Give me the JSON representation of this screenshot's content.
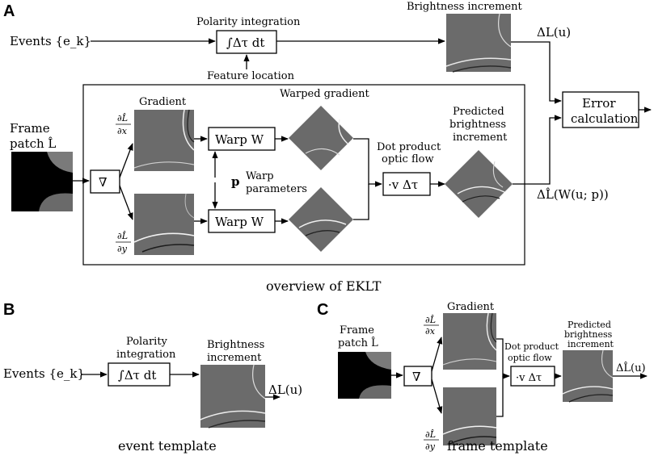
{
  "panels": {
    "a": {
      "letter": "A",
      "events_label": "Events {e_k}",
      "polarity_integration_label": "Polarity integration",
      "integral_label": "∫Δτ dt",
      "feature_location_label": "Feature location",
      "brightness_increment_label": "Brightness increment",
      "delta_L_label": "ΔL(u)",
      "frame_patch_label_line1": "Frame",
      "frame_patch_label_line2": "patch L̂",
      "nabla_label": "∇",
      "gradient_label": "Gradient",
      "dLdx_num": "∂L̂",
      "dLdx_den": "∂x",
      "dLdy_num": "∂L̂",
      "dLdy_den": "∂y",
      "warp_top_label": "Warp W",
      "warp_bottom_label": "Warp W",
      "warp_params_p": "p",
      "warp_params_line1": "Warp",
      "warp_params_line2": "parameters",
      "warped_gradient_label": "Warped gradient",
      "dot_product_line1": "Dot product",
      "dot_product_line2": "optic flow",
      "v_dtau_label": "·v Δτ",
      "predicted_line1": "Predicted",
      "predicted_line2": "brightness",
      "predicted_line3": "increment",
      "error_line1": "Error",
      "error_line2": "calculation",
      "delta_L_hat_label": "ΔL̂(W(u; p))",
      "caption": "overview of EKLT"
    },
    "b": {
      "letter": "B",
      "events_label": "Events {e_k}",
      "polarity_line1": "Polarity",
      "polarity_line2": "integration",
      "integral_label": "∫Δτ dt",
      "brightness_line1": "Brightness",
      "brightness_line2": "increment",
      "delta_L_label": "ΔL(u)",
      "caption": "event template"
    },
    "c": {
      "letter": "C",
      "frame_line1": "Frame",
      "frame_line2": "patch L̂",
      "nabla_label": "∇",
      "gradient_label": "Gradient",
      "dLdx_num": "∂L̂",
      "dLdx_den": "∂x",
      "dLdy_num": "∂L̂",
      "dLdy_den": "∂y",
      "dot_product_line1": "Dot product",
      "dot_product_line2": "optic flow",
      "v_dtau_label": "·v Δτ",
      "predicted_line1": "Predicted",
      "predicted_line2": "brightness",
      "predicted_line3": "increment",
      "delta_L_hat_label": "ΔL̂(u)",
      "caption": "frame template"
    }
  }
}
